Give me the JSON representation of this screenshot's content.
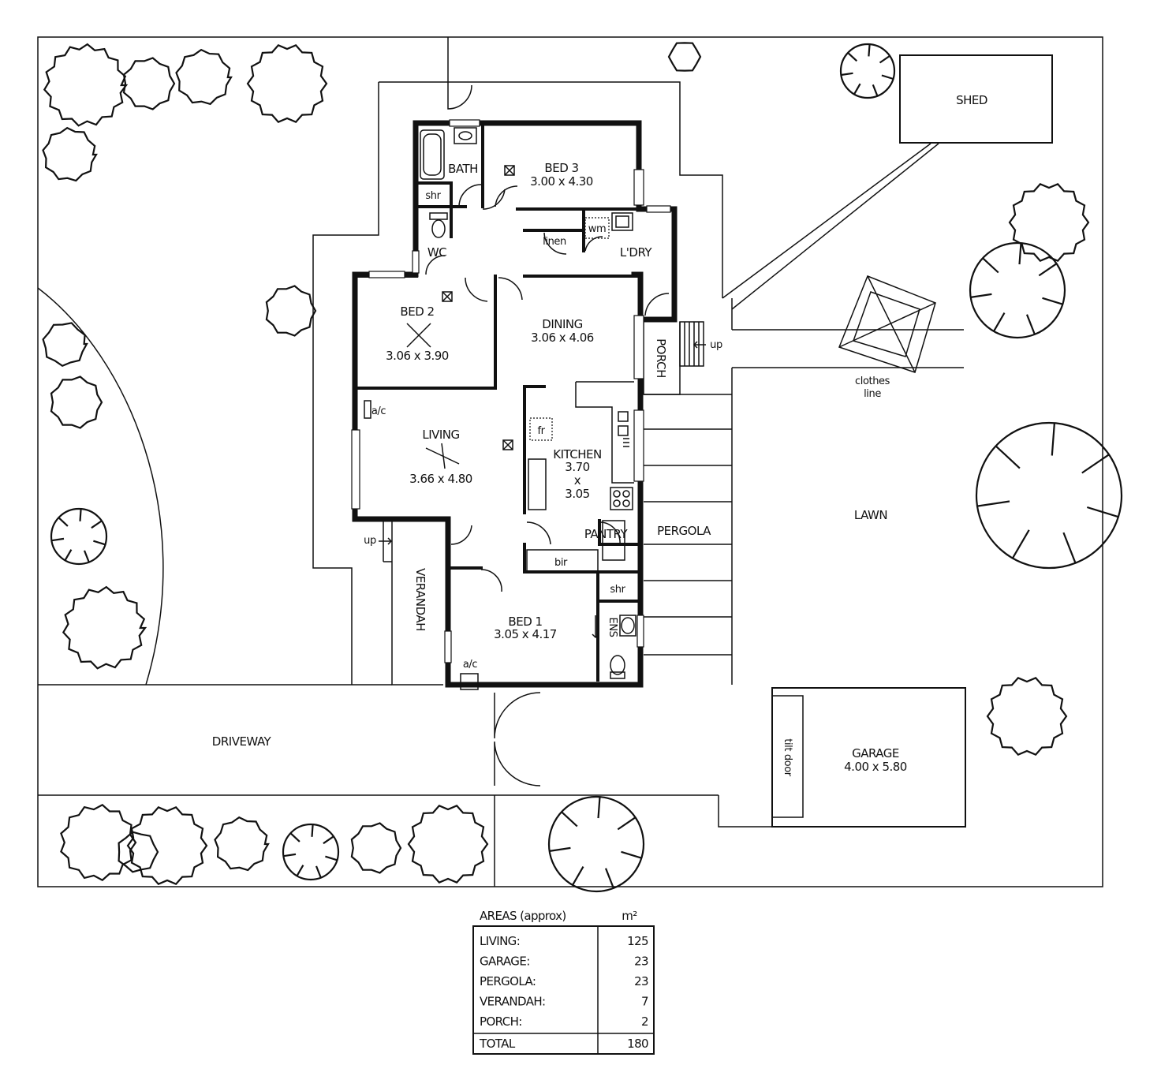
{
  "rooms": {
    "shed": "SHED",
    "bath": "BATH",
    "shr_bath": "shr",
    "wc": "WC",
    "bed3": "BED 3",
    "bed3_dims": "3.00 x 4.30",
    "linen": "linen",
    "wm": "wm",
    "ldry": "L'DRY",
    "bed2": "BED 2",
    "bed2_dims": "3.06 x 3.90",
    "dining": "DINING",
    "dining_dims": "3.06 x 4.06",
    "porch": "PORCH",
    "porch_up": "up",
    "living": "LIVING",
    "living_dims": "3.66 x 4.80",
    "ac_living": "a/c",
    "fr": "fr",
    "kitchen": "KITCHEN",
    "kitchen_w": "3.70",
    "kitchen_x": "x",
    "kitchen_h": "3.05",
    "pantry": "PANTRY",
    "pergola": "PERGOLA",
    "bir": "bir",
    "shr_ens": "shr",
    "ens": "ENS",
    "bed1": "BED 1",
    "bed1_dims": "3.05 x 4.17",
    "ac_bed1": "a/c",
    "verandah": "VERANDAH",
    "verandah_up": "up",
    "clothes_line_1": "clothes",
    "clothes_line_2": "line",
    "lawn": "LAWN",
    "driveway": "DRIVEWAY",
    "tilt_door": "tilt door",
    "garage": "GARAGE",
    "garage_dims": "4.00 x 5.80"
  },
  "areas": {
    "title": "AREAS (approx)",
    "unit": "m²",
    "rows": [
      {
        "label": "LIVING:",
        "value": "125"
      },
      {
        "label": "GARAGE:",
        "value": "23"
      },
      {
        "label": "PERGOLA:",
        "value": "23"
      },
      {
        "label": "VERANDAH:",
        "value": "7"
      },
      {
        "label": "PORCH:",
        "value": "2"
      }
    ],
    "total_label": "TOTAL",
    "total_value": "180"
  }
}
